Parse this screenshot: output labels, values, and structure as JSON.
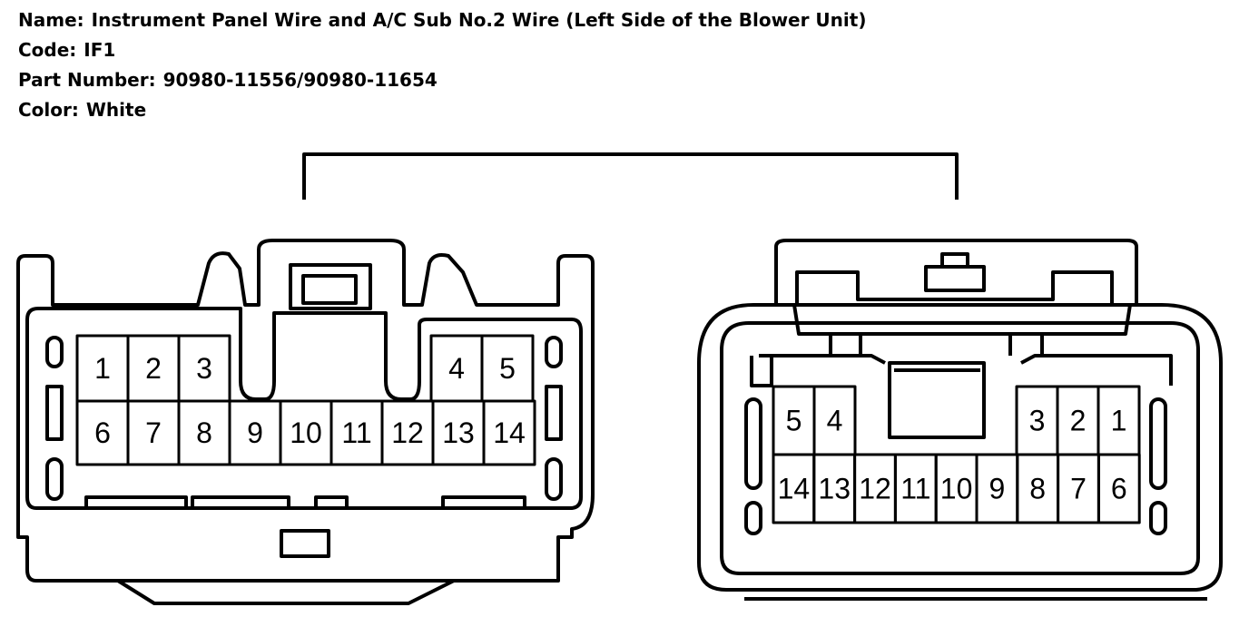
{
  "info": {
    "name_label": "Name:",
    "name_value": "Instrument Panel Wire and A/C Sub No.2 Wire (Left Side of the Blower Unit)",
    "code_label": "Code:",
    "code_value": "IF1",
    "part_label": "Part Number:",
    "part_value": "90980-11556/90980-11654",
    "color_label": "Color:",
    "color_value": "White"
  },
  "left_connector": {
    "top_row": [
      "1",
      "2",
      "3",
      "4",
      "5"
    ],
    "bottom_row": [
      "6",
      "7",
      "8",
      "9",
      "10",
      "11",
      "12",
      "13",
      "14"
    ]
  },
  "right_connector": {
    "top_row": [
      "5",
      "4",
      "3",
      "2",
      "1"
    ],
    "bottom_row": [
      "14",
      "13",
      "12",
      "11",
      "10",
      "9",
      "8",
      "7",
      "6"
    ]
  },
  "colors": {
    "line": "#000000",
    "background": "#ffffff"
  }
}
